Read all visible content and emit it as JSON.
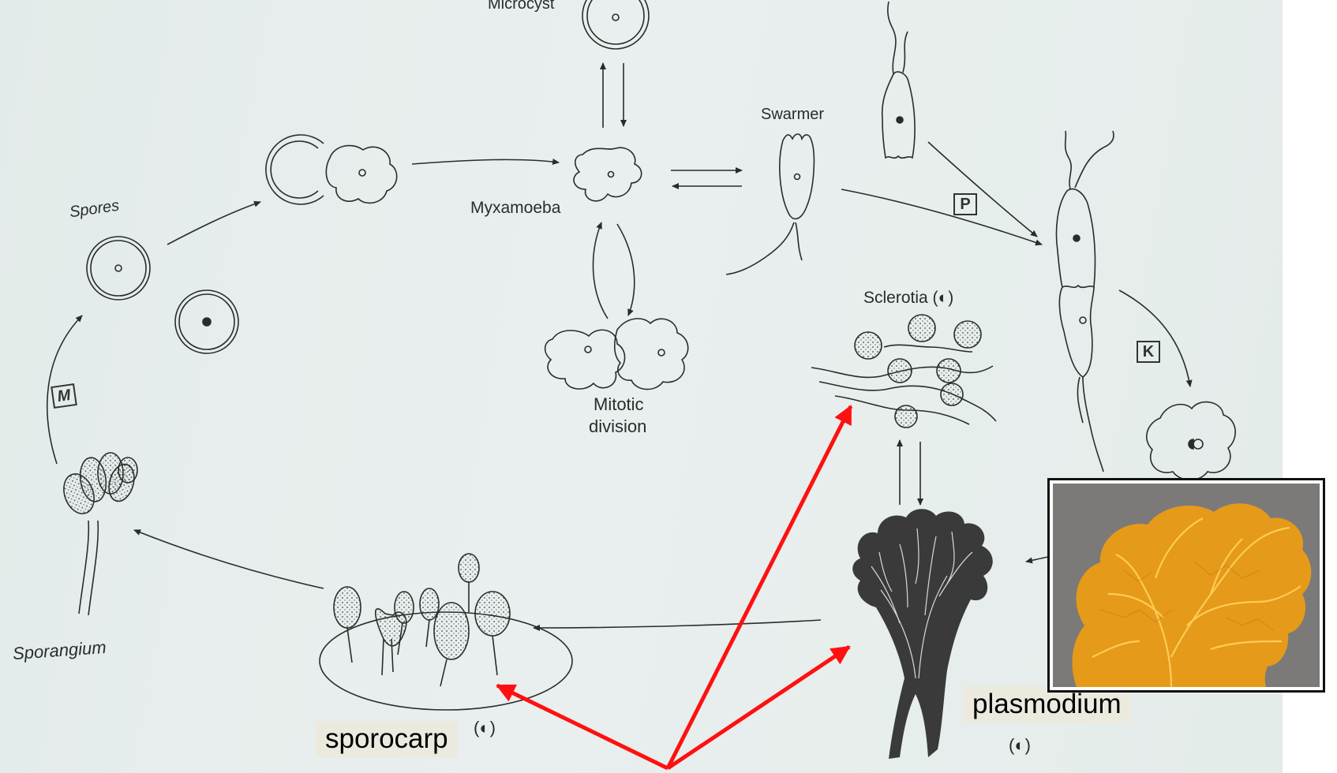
{
  "labels": {
    "microcyst": "Microcyst",
    "myxamoeba": "Myxamoeba",
    "swarmer": "Swarmer",
    "spores": "Spores",
    "mitotic_line1": "Mitotic",
    "mitotic_line2": "division",
    "sclerotia": "Sclerotia (◐)",
    "sporangium": "Sporangium",
    "box_m": "M",
    "box_p": "P",
    "box_k": "K",
    "sporocarp_ploidy": "(◐)",
    "plasmodium_ploidy": "(◐)"
  },
  "callouts": {
    "sporocarp": "sporocarp",
    "plasmodium": "plasmodium"
  },
  "colors": {
    "paper": "#e6edec",
    "ink": "#2b2b2b",
    "annotation_arrow": "#ff0000",
    "callout_bg": "#ece9df",
    "plasmodium_photo": "#e8a01c"
  }
}
